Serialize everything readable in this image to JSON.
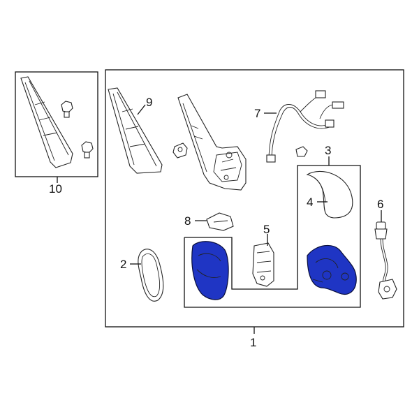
{
  "highlight_color": "#1f35c4",
  "callouts": {
    "c1": "1",
    "c2": "2",
    "c3": "3",
    "c4": "4",
    "c5": "5",
    "c6": "6",
    "c7": "7",
    "c8": "8",
    "c9": "9",
    "c10": "10"
  }
}
